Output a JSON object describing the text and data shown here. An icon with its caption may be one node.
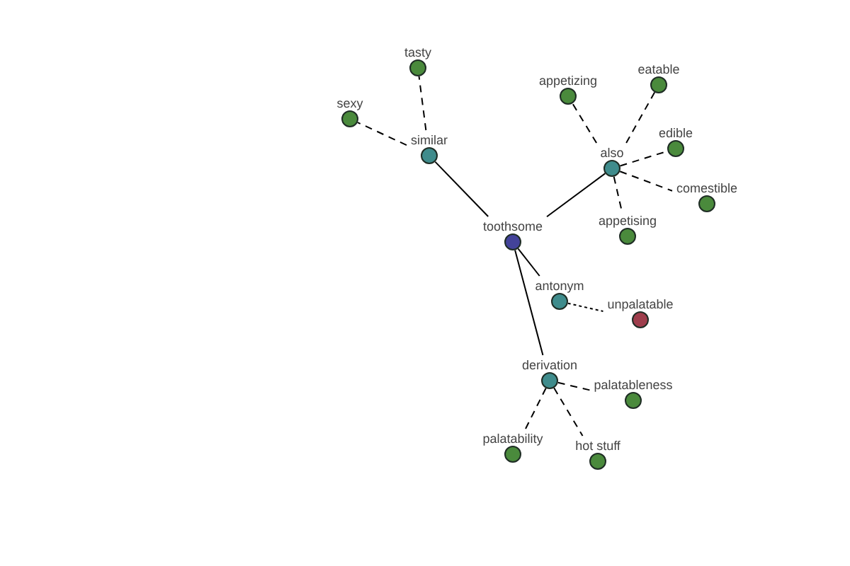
{
  "diagram": {
    "nodes": [
      {
        "text": [
          "tasty"
        ]
      },
      {
        "text": [
          "eatable"
        ]
      },
      {
        "text": [
          "appetizing"
        ]
      },
      {
        "text": [
          "sexy"
        ]
      },
      {
        "text": [
          "edible"
        ]
      },
      {
        "text": [
          "similar"
        ]
      },
      {
        "text": [
          "also"
        ]
      },
      {
        "text": [
          "comestible"
        ]
      },
      {
        "text": [
          "appetising"
        ]
      },
      {
        "text": [
          "toothsome"
        ]
      },
      {
        "text": [
          "antonym"
        ]
      },
      {
        "text": [
          "unpalatable"
        ]
      },
      {
        "text": [
          "derivation"
        ]
      },
      {
        "text": [
          "palatableness"
        ]
      },
      {
        "text": [
          "palatability"
        ]
      },
      {
        "text": [
          "hot stuff"
        ]
      }
    ],
    "edges": [
      {
        "from": 9,
        "to": 5,
        "arrow": "none"
      },
      {
        "from": 9,
        "to": 6,
        "arrow": "none"
      },
      {
        "from": 9,
        "to": 10,
        "arrow": "none"
      },
      {
        "from": 9,
        "to": 12,
        "arrow": "none"
      },
      {
        "from": 5,
        "to": 0,
        "arrow": "none",
        "style": "dashed"
      },
      {
        "from": 5,
        "to": 3,
        "arrow": "none",
        "style": "dashed"
      },
      {
        "from": 6,
        "to": 2,
        "arrow": "none",
        "style": "dashed"
      },
      {
        "from": 6,
        "to": 1,
        "arrow": "none",
        "style": "dashed"
      },
      {
        "from": 6,
        "to": 4,
        "arrow": "none",
        "style": "dashed"
      },
      {
        "from": 6,
        "to": 7,
        "arrow": "none",
        "style": "dashed"
      },
      {
        "from": 6,
        "to": 8,
        "arrow": "none",
        "style": "dashed"
      },
      {
        "from": 10,
        "to": 11,
        "arrow": "none",
        "style": "dashed"
      },
      {
        "from": 12,
        "to": 13,
        "arrow": "none",
        "style": "dashed"
      },
      {
        "from": 12,
        "to": 14,
        "arrow": "none",
        "style": "dashed"
      },
      {
        "from": 12,
        "to": 15,
        "arrow": "none",
        "style": "dashed"
      }
    ]
  }
}
